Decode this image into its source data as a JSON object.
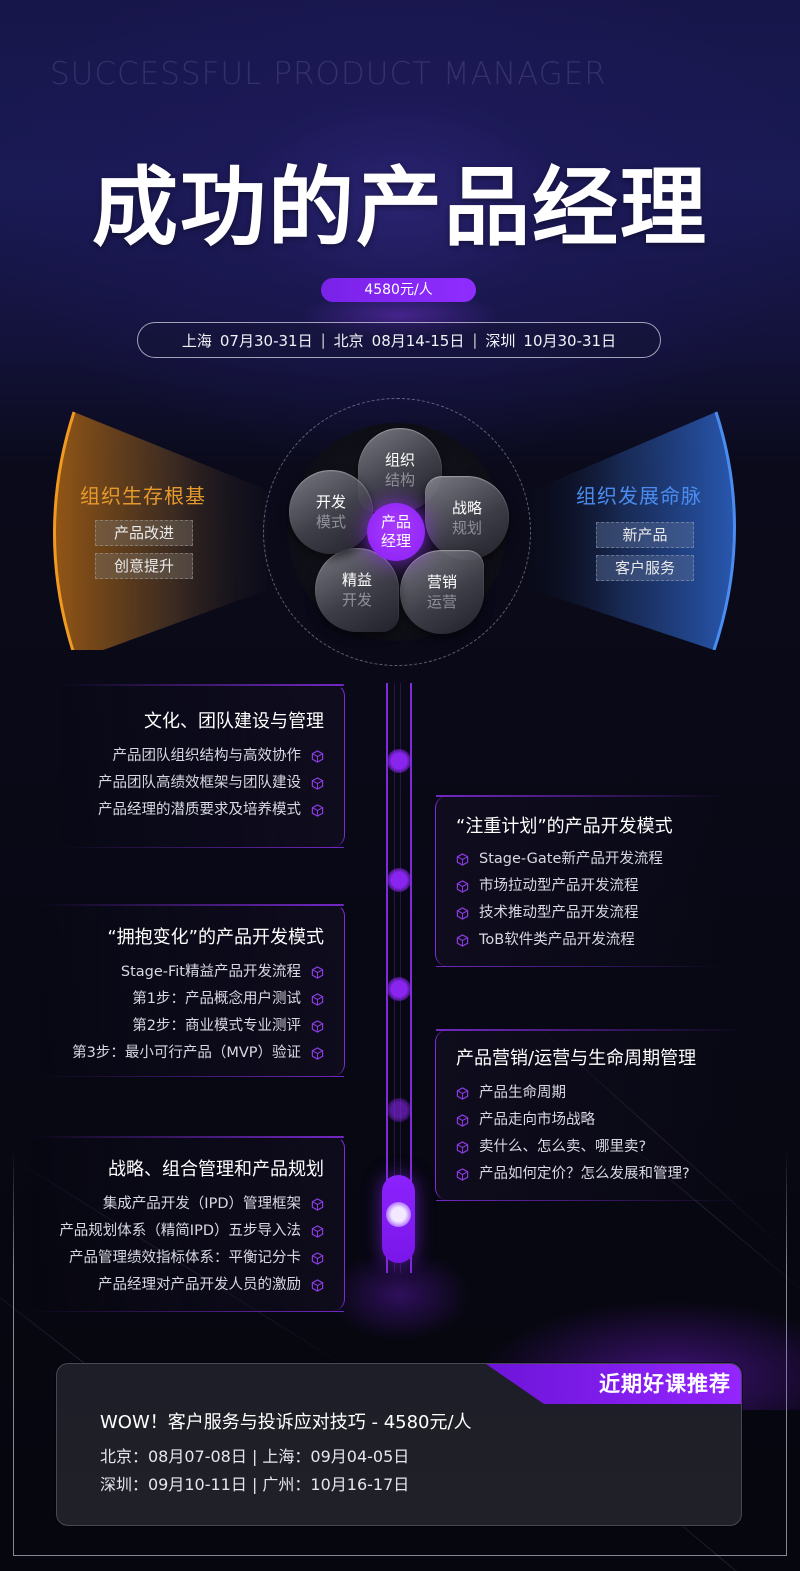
{
  "header": {
    "en_title": "SUCCESSFUL PRODUCT MANAGER",
    "title": "成功的产品经理",
    "price": "4580元/人",
    "schedule": [
      {
        "city": "上海",
        "date": "07月30-31日"
      },
      {
        "city": "北京",
        "date": "08月14-15日"
      },
      {
        "city": "深圳",
        "date": "10月30-31日"
      }
    ],
    "separator": "|"
  },
  "wings": {
    "left": {
      "title": "组织生存根基",
      "tags": [
        "产品改进",
        "创意提升"
      ],
      "color": "#e69a2e"
    },
    "right": {
      "title": "组织发展命脉",
      "tags": [
        "新产品",
        "客户服务"
      ],
      "color": "#4a8cf0"
    }
  },
  "hub": {
    "center": {
      "l1": "产品",
      "l2": "经理",
      "color": "#9a2cf8"
    },
    "petals": [
      {
        "l1": "组织",
        "l2": "结构"
      },
      {
        "l1": "战略",
        "l2": "规划"
      },
      {
        "l1": "营销",
        "l2": "运营"
      },
      {
        "l1": "精益",
        "l2": "开发"
      },
      {
        "l1": "开发",
        "l2": "模式"
      }
    ]
  },
  "modules": {
    "left": [
      {
        "title": "文化、团队建设与管理",
        "items": [
          "产品团队组织结构与高效协作",
          "产品团队高绩效框架与团队建设",
          "产品经理的潜质要求及培养模式"
        ]
      },
      {
        "title": "“拥抱变化”的产品开发模式",
        "items": [
          "Stage-Fit精益产品开发流程",
          "第1步：产品概念用户测试",
          "第2步：商业模式专业测评",
          "第3步：最小可行产品（MVP）验证"
        ]
      },
      {
        "title": "战略、组合管理和产品规划",
        "items": [
          "集成产品开发（IPD）管理框架",
          "产品规划体系（精简IPD）五步导入法",
          "产品管理绩效指标体系：平衡记分卡",
          "产品经理对产品开发人员的激励"
        ]
      }
    ],
    "right": [
      {
        "title": "“注重计划”的产品开发模式",
        "items": [
          "Stage-Gate新产品开发流程",
          "市场拉动型产品开发流程",
          "技术推动型产品开发流程",
          "ToB软件类产品开发流程"
        ]
      },
      {
        "title": "产品营销/运营与生命周期管理",
        "items": [
          "产品生命周期",
          "产品走向市场战略",
          "卖什么、怎么卖、哪里卖?",
          "产品如何定价？怎么发展和管理?"
        ]
      }
    ],
    "accent": "#7d2bd6",
    "bullet_icon": "cube-icon"
  },
  "promo": {
    "tag": "近期好课推荐",
    "title": "WOW！客户服务与投诉应对技巧 - 4580元/人",
    "lines": [
      "北京：08月07-08日 | 上海：09月04-05日",
      "深圳：09月10-11日 | 广州：10月16-17日"
    ],
    "tag_color": "#8a20f5"
  }
}
